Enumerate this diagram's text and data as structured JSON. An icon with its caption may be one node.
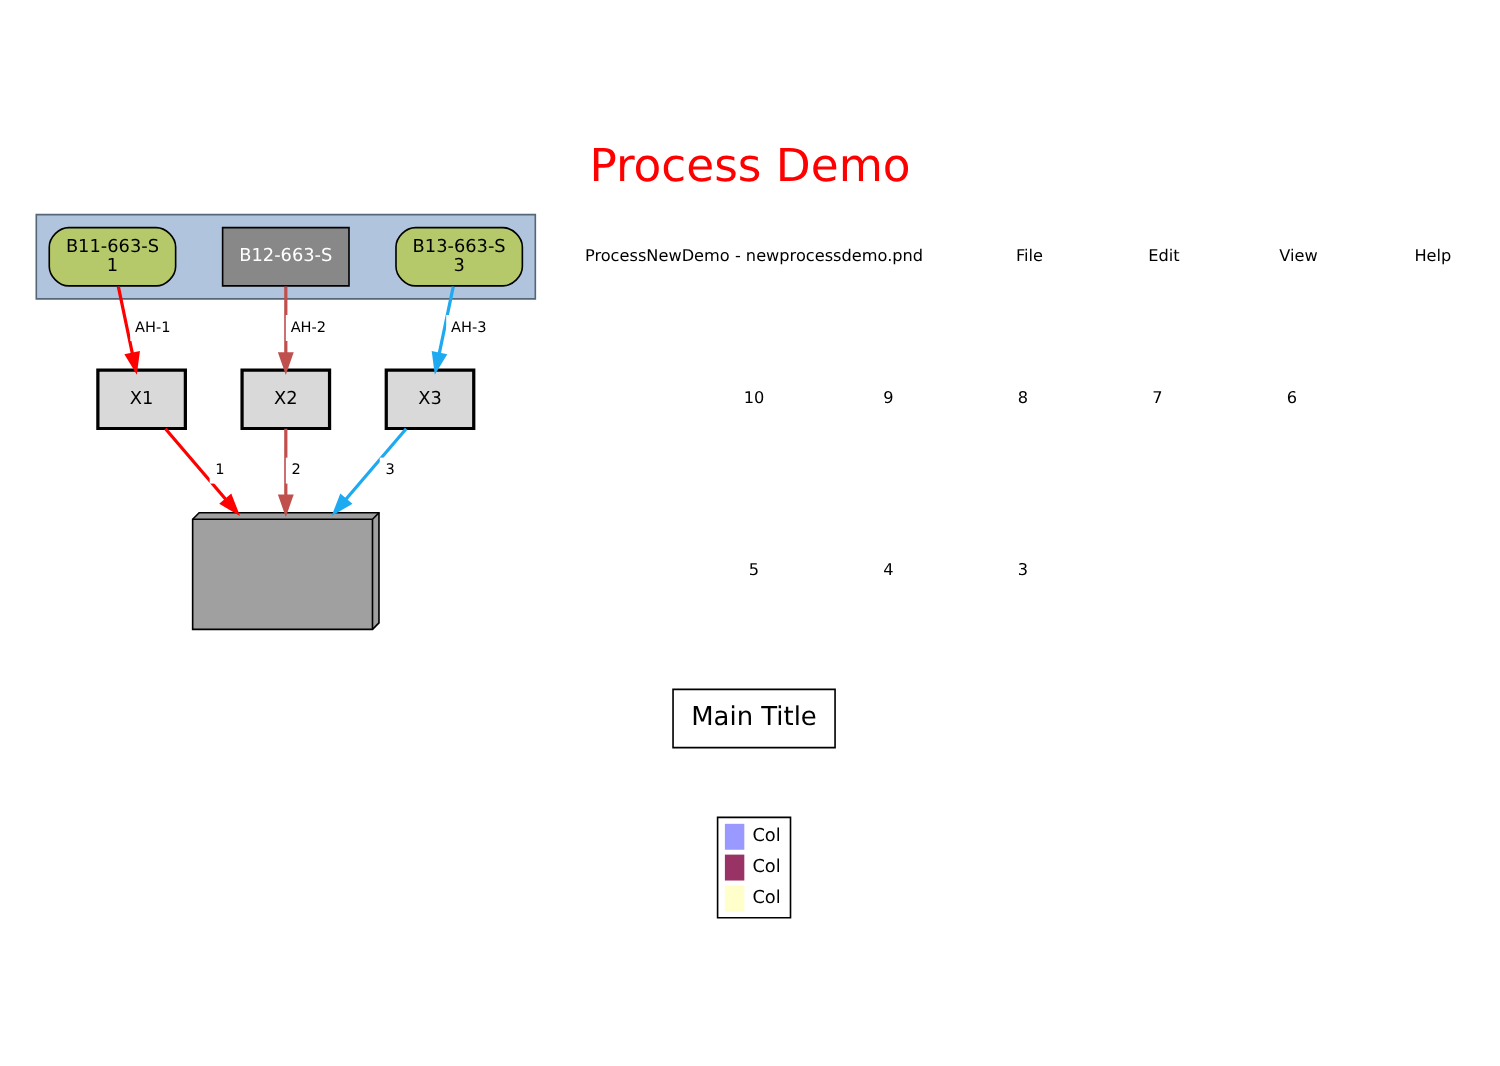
{
  "diagram": {
    "title": "Process Demo",
    "nodes": [
      {
        "text": [],
        "shape": "box"
      },
      {
        "text": [
          "B11-663-S",
          "1"
        ],
        "in": 0
      },
      {
        "text": [
          "B12-663-S"
        ],
        "in": 0
      },
      {
        "text": [
          "B13-663-S",
          "3"
        ],
        "in": 0
      },
      {
        "text": [
          "X1"
        ]
      },
      {
        "text": [
          "X2"
        ]
      },
      {
        "text": [
          "X3"
        ]
      },
      {
        "text": [],
        "shape": "picture"
      },
      {
        "text": [
          "Main Title"
        ]
      }
    ],
    "edges": [
      {
        "from": 1,
        "to": 4,
        "arrow": "to",
        "label": "AH-1",
        "color": "#ff0000"
      },
      {
        "from": 2,
        "to": 5,
        "arrow": "to",
        "label": "AH-2",
        "color": "#c0504d"
      },
      {
        "from": 3,
        "to": 6,
        "arrow": "to",
        "label": "AH-3",
        "color": "#1eaaf1"
      },
      {
        "from": 4,
        "to": 7,
        "arrow": "to",
        "label": "1",
        "color": "#ff0000"
      },
      {
        "from": 5,
        "to": 7,
        "arrow": "to",
        "label": "2",
        "color": "#c0504d"
      },
      {
        "from": 6,
        "to": 7,
        "arrow": "to",
        "label": "3",
        "color": "#1eaaf1"
      }
    ],
    "labels": [
      "ProcessNewDemo - newprocessdemo.pnd",
      "File",
      "Edit",
      "View",
      "Help",
      "10",
      "9",
      "8",
      "7",
      "6",
      "5",
      "4",
      "3"
    ],
    "legend": [
      {
        "text": "Col",
        "color": "#9999ff"
      },
      {
        "text": "Col",
        "color": "#993366"
      },
      {
        "text": "Col",
        "color": "#ffffcc"
      }
    ]
  }
}
